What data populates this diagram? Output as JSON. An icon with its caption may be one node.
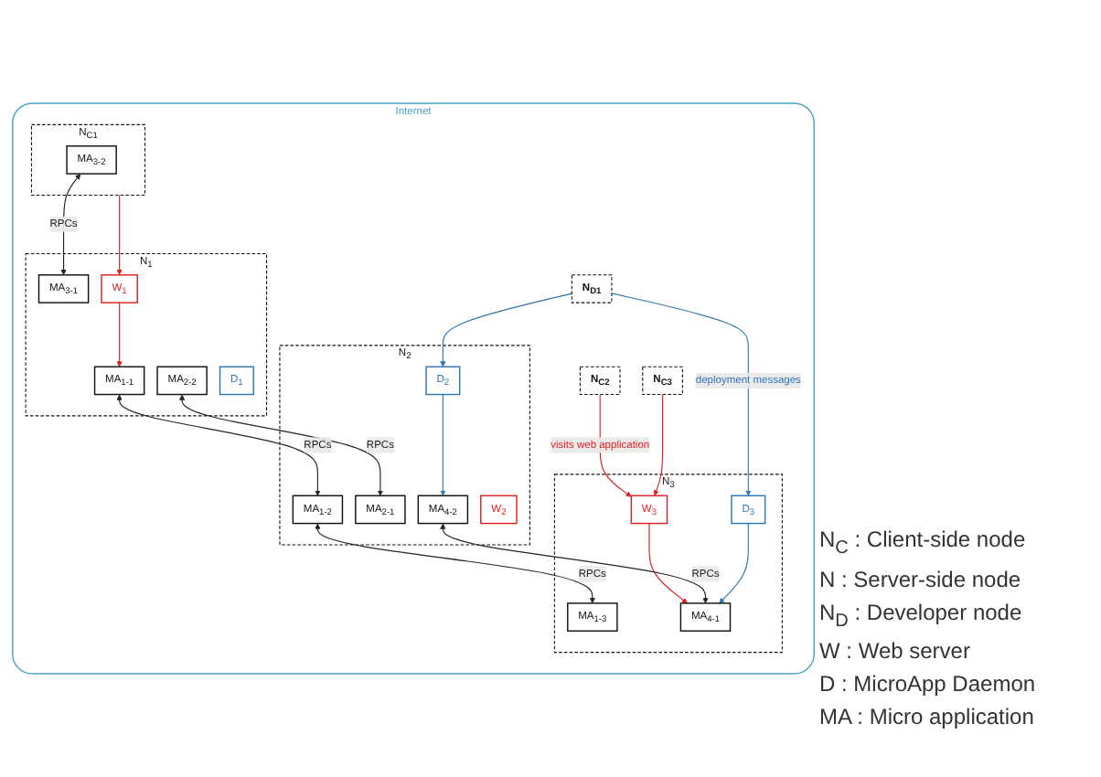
{
  "diagram": {
    "nodes": [
      {
        "text": [
          "Internet"
        ]
      },
      {
        "text": [
          "N$_{C1}$"
        ],
        "in": 0
      },
      {
        "text": [
          "MA$_{3-2}$"
        ],
        "in": 1
      },
      {
        "text": [
          "N$_{C2}$"
        ],
        "in": 0
      },
      {
        "text": [
          "N$_{C3}$"
        ],
        "in": 0
      },
      {
        "text": [
          "N$_{1}$"
        ],
        "in": 0
      },
      {
        "text": [
          "W$_{1}$"
        ],
        "in": 5
      },
      {
        "text": [
          "MA$_{3-1}$"
        ],
        "in": 5
      },
      {
        "text": [
          "MA$_{1-1}$"
        ],
        "in": 5
      },
      {
        "text": [
          "D$_{1}$"
        ],
        "in": 5
      },
      {
        "text": [
          "MA$_{2-2}$"
        ],
        "in": 5
      },
      {
        "text": [
          "N$_{2}$"
        ],
        "in": 0
      },
      {
        "text": [
          "W$_{2}$"
        ],
        "in": 11
      },
      {
        "text": [
          "MA$_{1-2}$"
        ],
        "in": 11
      },
      {
        "text": [
          "MA$_{4-2}$"
        ],
        "in": 11
      },
      {
        "text": [
          "MA$_{2-1}$"
        ],
        "in": 11
      },
      {
        "text": [
          "D$_{2}$"
        ],
        "in": 11
      },
      {
        "text": [
          "N$_{3}$"
        ],
        "in": 0
      },
      {
        "text": [
          "MA$_{1-3}$"
        ],
        "in": 17
      },
      {
        "text": [
          "W$_{3}$"
        ],
        "in": 17
      },
      {
        "text": [
          "MA$_{4-1}$"
        ],
        "in": 17
      },
      {
        "text": [
          "D$_{3}$"
        ],
        "in": 17
      },
      {
        "text": [
          "N$_{D1}$"
        ],
        "in": 0
      }
    ],
    "edges": [
      {
        "from": 2,
        "to": 7,
        "arrow": "both",
        "label": "RPCs"
      },
      {
        "from": 1,
        "to": 6,
        "arrow": "to",
        "color": "#e02020"
      },
      {
        "from": 3,
        "to": 19,
        "arrow": "to",
        "label": "visits web application",
        "color": "#e02020"
      },
      {
        "from": 4,
        "to": 19,
        "arrow": "to",
        "color": "#e02020"
      },
      {
        "from": 6,
        "to": 8,
        "arrow": "to",
        "color": "#e02020"
      },
      {
        "from": 19,
        "to": 20,
        "arrow": "to",
        "color": "#e02020"
      },
      {
        "from": 8,
        "to": 13,
        "arrow": "both",
        "label": "RPCs"
      },
      {
        "from": 10,
        "to": 15,
        "arrow": "both",
        "label": "RPCs"
      },
      {
        "from": 13,
        "to": 18,
        "arrow": "both",
        "label": "RPCs"
      },
      {
        "from": 14,
        "to": 20,
        "arrow": "both",
        "label": "RPCs"
      },
      {
        "from": 16,
        "to": 14,
        "arrow": "to",
        "color": "#2e75b6"
      },
      {
        "from": 21,
        "to": 20,
        "arrow": "to",
        "color": "#2e75b6"
      },
      {
        "from": 22,
        "to": 16,
        "arrow": "to",
        "color": "#2e75b6"
      },
      {
        "from": 22,
        "to": 21,
        "arrow": "to",
        "label": "deployment messages",
        "color": "#2e75b6"
      }
    ],
    "labels": [
      "N$_{C}$ : Client-side node",
      "N : Server-side node",
      "N$_{D}$ : Developer node",
      "W : Web server",
      "D : MicroApp Daemon",
      "MA : Micro application"
    ]
  }
}
